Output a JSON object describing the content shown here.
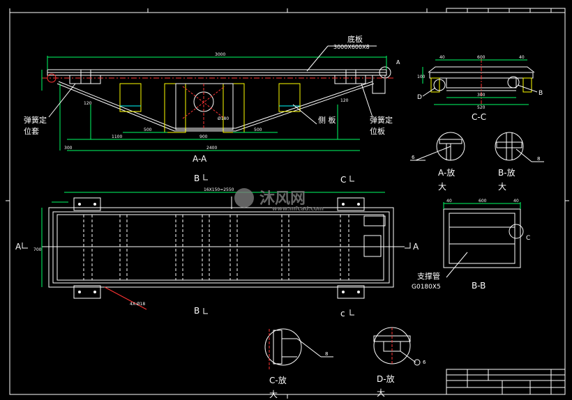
{
  "views": {
    "section_aa": {
      "title": "A-A",
      "label_base_plate": "底板",
      "label_base_spec": "3000X600X8",
      "label_side_plate": "侧 板",
      "label_spring_sleeve_1": "弹簧定",
      "label_spring_sleeve_2": "位套",
      "label_spring_plate_1": "弹簧定",
      "label_spring_plate_2": "位板",
      "dims": {
        "overall": "3000",
        "bottom": "2400",
        "left": "300",
        "mid_a": "1100",
        "mid_b": "500",
        "mid_c": "500",
        "mid_d": "900",
        "right_a": "120",
        "right_b": "120",
        "left_a": "120",
        "hole": "Ø180",
        "note_top_right": "A"
      }
    },
    "section_cc": {
      "title": "C-C",
      "dims": {
        "top_l": "40",
        "top_m": "600",
        "top_r": "40",
        "bottom_a": "300",
        "bottom_b": "520",
        "left_h": "100"
      },
      "callout_d": "D",
      "callout_b": "B"
    },
    "detail_a": {
      "title_1": "A-放",
      "title_2": "大",
      "weld": "6"
    },
    "detail_b": {
      "title_1": "B-放",
      "title_2": "大",
      "weld": "8"
    },
    "plan": {
      "cut_b_top": "B",
      "cut_c_top": "C",
      "cut_b_bottom": "B",
      "cut_c_bottom": "c",
      "cut_a_left": "A",
      "cut_a_right": "A",
      "dim_top": "16X150=2550",
      "dim_side": "700",
      "dim_diag": "4X-Ø18"
    },
    "section_bb": {
      "title": "B-B",
      "dims": {
        "top_l": "40",
        "top_m": "600",
        "top_r": "40"
      },
      "callout_c": "C",
      "label_tube": "支撑管",
      "label_tube_spec": "G0180X5"
    },
    "detail_c": {
      "title_1": "C-放",
      "title_2": "大",
      "weld": "8"
    },
    "detail_d": {
      "title_1": "D-放",
      "title_2": "大",
      "weld": "6"
    }
  },
  "watermark": {
    "brand": "沐风网",
    "url": "www.mfcad.com"
  },
  "colors": {
    "line": "#ffffff",
    "dim": "#00ff66",
    "red": "#ff3333",
    "yellow": "#ffff00",
    "cyan": "#00ffff",
    "magenta": "#ff55ff"
  }
}
